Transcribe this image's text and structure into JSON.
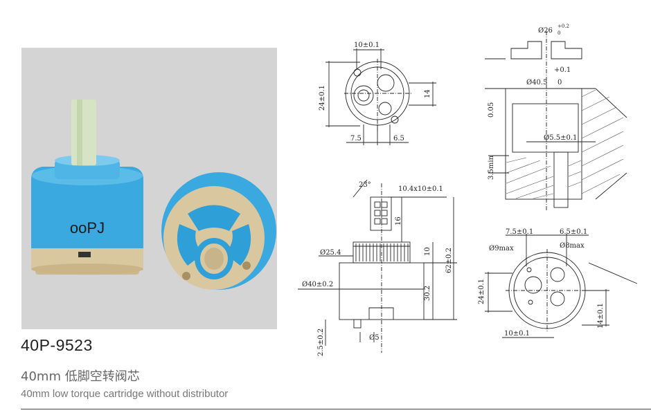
{
  "product": {
    "code": "40P-9523",
    "title_cn": "40mm 低脚空转阀芯",
    "title_en": "40mm low torque cartridge without distributor",
    "brand_mark": "ooPJ"
  },
  "dimensions": {
    "top_width": "10±0.1",
    "top_height": "24±0.1",
    "top_slot": "14",
    "top_left": "7.5",
    "top_right": "6.5",
    "angle": "23°",
    "stem_spline": "10.4x10±0.1",
    "stem_height": "16",
    "shoulder_dia": "Ø25.4",
    "shoulder_h": "10",
    "total_h": "62±0.2",
    "body_dia": "Ø40±0.2",
    "body_h": "30.2",
    "foot_h": "2.5±0.2",
    "foot_dia": "Ø5",
    "seat_top_dia": "Ø26",
    "seat_tol_up": "+0.2",
    "seat_tol_low": "0",
    "seat_plus": "+0.1",
    "seat_bore": "Ø40.5",
    "seat_bore_tol": "0",
    "flatness": "0.05",
    "pin_dia": "Ø5.5±0.1",
    "min_depth": "3.5min",
    "bot_left_w": "7.5±0.1",
    "bot_right_w": "6.5±0.1",
    "hole1": "Ø9max",
    "hole2": "Ø8max",
    "bot_height": "24±0.1",
    "bot_10": "10±0.1",
    "bot_14": "14±0.1"
  },
  "colors": {
    "body_blue": "#3aa9e0",
    "body_beige": "#d9c7a0",
    "stem": "#d6e3c4",
    "photo_bg": "#d4d4d4",
    "ring_blue": "#2f9fd8"
  }
}
